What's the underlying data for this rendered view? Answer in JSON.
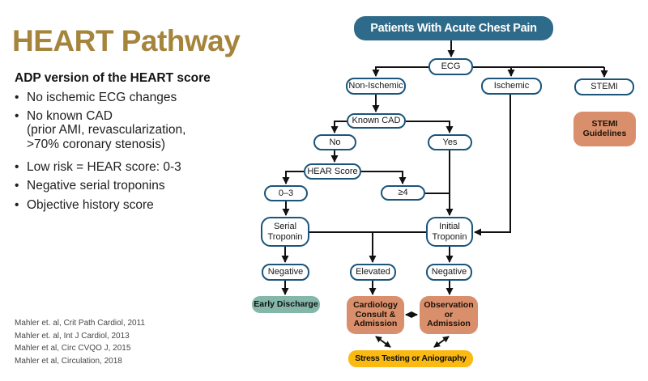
{
  "left_panel": {
    "title": "HEART Pathway",
    "subtitle": "ADP version of the HEART score",
    "bullets": [
      {
        "text": "No ischemic ECG changes",
        "sub": []
      },
      {
        "text": "No known CAD",
        "sub": [
          "(prior AMI, revascularization,",
          ">70% coronary stenosis)"
        ]
      },
      {
        "text": "Low risk = HEAR score: 0-3",
        "sub": []
      },
      {
        "text": "Negative serial troponins",
        "sub": []
      },
      {
        "text": "Objective history score",
        "sub": []
      }
    ],
    "citations": [
      "Mahler et. al, Crit Path Cardiol, 2011",
      "Mahler et. al, Int J Cardiol, 2013",
      "Mahler et al, Circ CVQO J, 2015",
      "Mahler et al, Circulation, 2018"
    ]
  },
  "flowchart": {
    "nodes": {
      "patients": {
        "label": "Patients With Acute Chest Pain"
      },
      "ecg": {
        "label": "ECG"
      },
      "non_ischemic": {
        "label": "Non-Ischemic"
      },
      "ischemic": {
        "label": "Ischemic"
      },
      "stemi": {
        "label": "STEMI"
      },
      "stemi_guidelines": {
        "label": "STEMI Guidelines"
      },
      "known_cad": {
        "label": "Known CAD"
      },
      "no": {
        "label": "No"
      },
      "yes": {
        "label": "Yes"
      },
      "hear_score": {
        "label": "HEAR Score"
      },
      "score_0_3": {
        "label": "0–3"
      },
      "score_ge4": {
        "label": "≥4"
      },
      "serial_troponin": {
        "label": "Serial Troponin"
      },
      "initial_troponin": {
        "label": "Initial Troponin"
      },
      "negative_serial": {
        "label": "Negative"
      },
      "elevated": {
        "label": "Elevated"
      },
      "negative_initial": {
        "label": "Negative"
      },
      "early_discharge": {
        "label": "Early Discharge"
      },
      "cardiology": {
        "label": "Cardiology Consult & Admission"
      },
      "observation": {
        "label": "Observation or Admission"
      },
      "stress_testing": {
        "label": "Stress Testing or Aniography"
      }
    }
  },
  "colors": {
    "title_gold": "#a5843c",
    "node_dark_teal": "#2e6a89",
    "node_border_teal": "#1b557a",
    "node_orange": "#d98f6c",
    "node_green": "#84b7a8",
    "node_yellow": "#fbba12",
    "arrow_black": "#111111"
  }
}
